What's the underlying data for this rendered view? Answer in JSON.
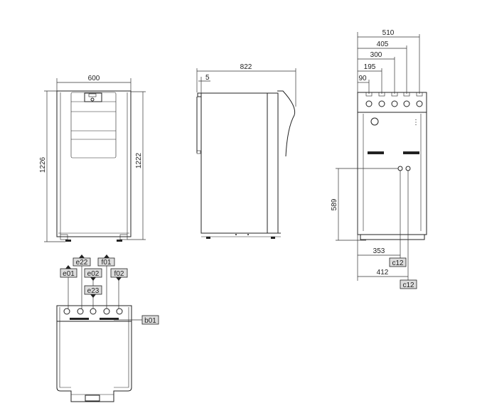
{
  "front_view": {
    "width_label": "600",
    "height_left_label": "1226",
    "height_right_label": "1222"
  },
  "side_view": {
    "depth_label": "822",
    "offset_label": "5"
  },
  "rear_view": {
    "top_dims": [
      "510",
      "405",
      "300",
      "195",
      "90"
    ],
    "height_label": "589",
    "dim_353": "353",
    "dim_412": "412",
    "connection_label_1": "c12",
    "connection_label_2": "c12"
  },
  "top_view": {
    "labels": {
      "e22": "e22",
      "f01": "f01",
      "e01": "e01",
      "e02": "e02",
      "f02": "f02",
      "e23": "e23",
      "b01": "b01"
    }
  }
}
